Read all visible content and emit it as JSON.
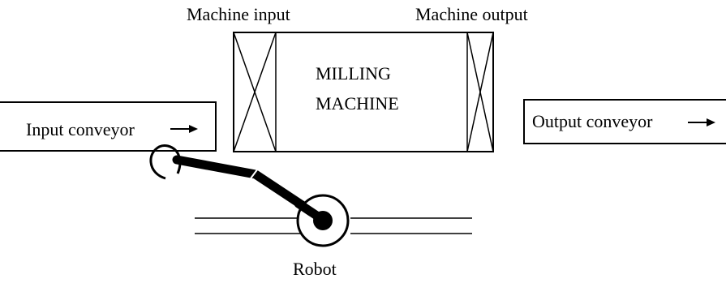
{
  "labels": {
    "machine_input": "Machine input",
    "machine_output": "Machine output",
    "machine_line1": "MILLING",
    "machine_line2": "MACHINE",
    "input_conveyor": "Input conveyor",
    "output_conveyor": "Output conveyor",
    "robot": "Robot"
  },
  "colors": {
    "stroke": "#000000",
    "background": "#ffffff"
  }
}
